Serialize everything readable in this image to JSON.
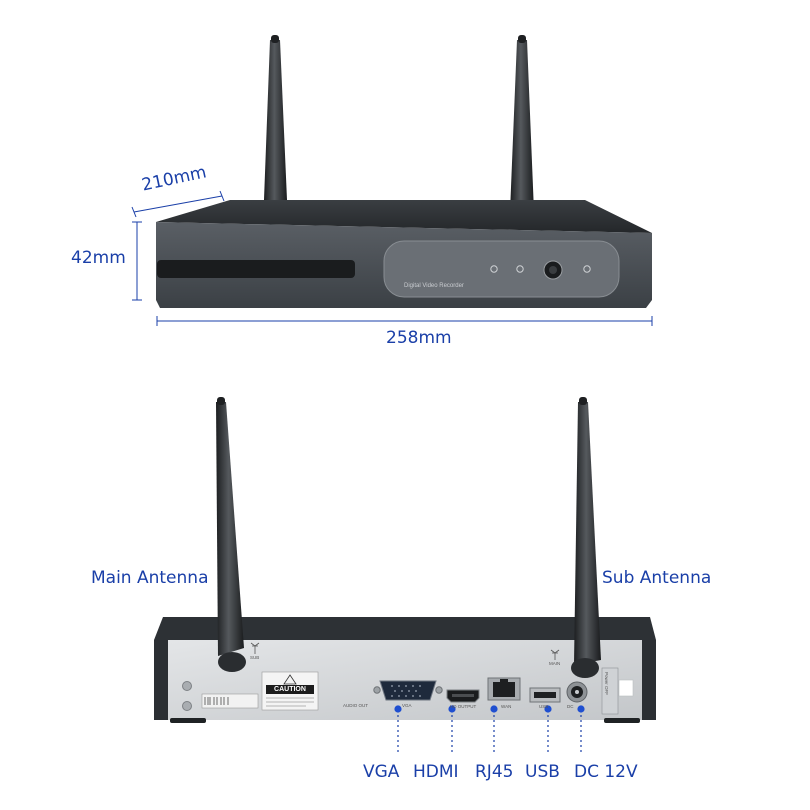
{
  "dimensions": {
    "depth": "210mm",
    "height": "42mm",
    "width": "258mm"
  },
  "front_panel": {
    "brand_text": "Digital Video Recorder"
  },
  "antennas": {
    "main": "Main Antenna",
    "sub": "Sub Antenna"
  },
  "rear_panel": {
    "caution_label": "CAUTION",
    "audio_out": "AUDIO OUT",
    "vga_small": "VGA",
    "hdmi_small": "HD OUTPUT",
    "wan_small": "WAN",
    "usb_small": "USB",
    "dc_small": "DC",
    "sub_small": "SUB",
    "main_small": "MAIN",
    "power_small": "Power OFF"
  },
  "ports": [
    {
      "name": "vga",
      "label": "VGA"
    },
    {
      "name": "hdmi",
      "label": "HDMI"
    },
    {
      "name": "rj45",
      "label": "RJ45"
    },
    {
      "name": "usb",
      "label": "USB"
    },
    {
      "name": "dc",
      "label": "DC 12V"
    }
  ],
  "colors": {
    "accent_blue": "#1a3fa8",
    "dot_blue": "#1f4fd0",
    "device_dark": "#3a3f44",
    "device_top": "#2b2f33",
    "panel_silver": "#d4d6d8"
  }
}
